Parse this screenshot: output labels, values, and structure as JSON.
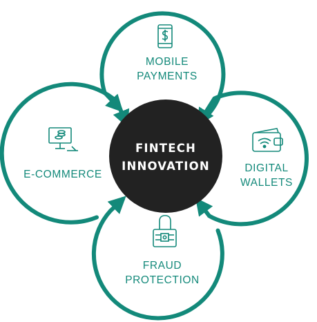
{
  "colors": {
    "teal": "#13897a",
    "dark": "#222222",
    "white": "#ffffff"
  },
  "center": {
    "line1": "FINTECH",
    "line2": "INNOVATION"
  },
  "nodes": {
    "mobile": {
      "line1": "MOBILE",
      "line2": "PAYMENTS",
      "icon": "mobile-dollar-icon"
    },
    "ecommerce": {
      "line1": "E-COMMERCE",
      "icon": "computer-coins-icon"
    },
    "wallets": {
      "line1": "DIGITAL",
      "line2": "WALLETS",
      "icon": "wallet-wifi-icon"
    },
    "fraud": {
      "line1": "FRAUD",
      "line2": "PROTECTION",
      "icon": "padlock-chip-icon"
    }
  }
}
